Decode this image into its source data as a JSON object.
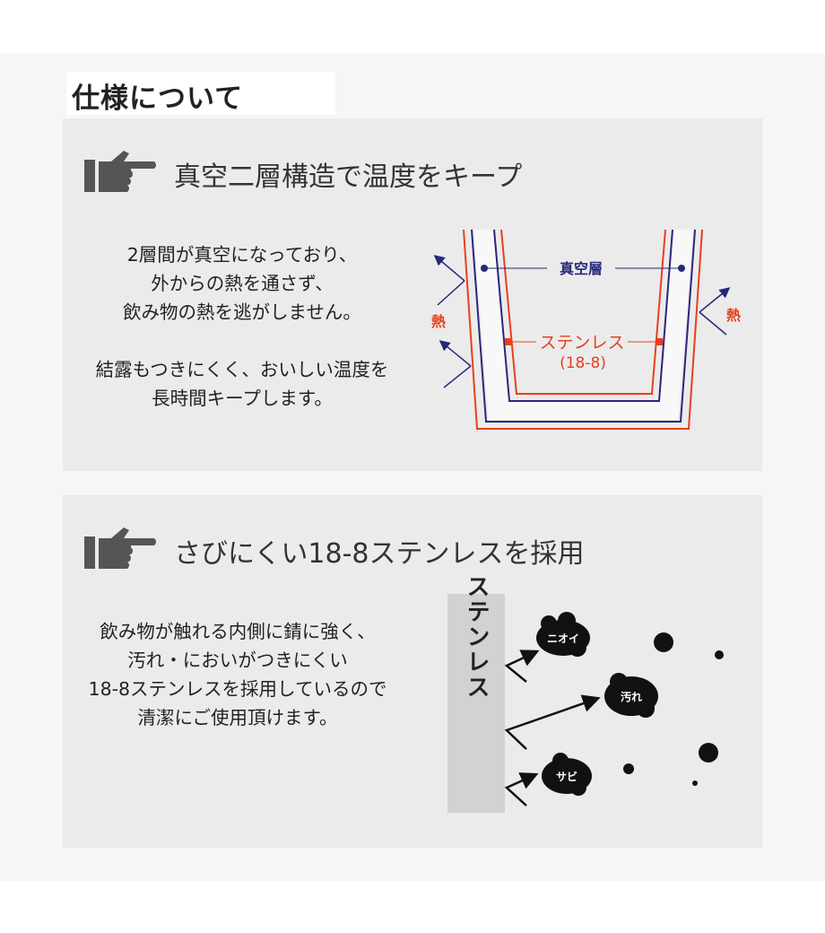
{
  "title": "仕様について",
  "section1": {
    "heading": "真空二層構造で温度をキープ",
    "lines": [
      "2層間が真空になっており、",
      "外からの熱を通さず、",
      "飲み物の熱を逃がしません。",
      "",
      "結露もつきにくく、おいしい温度を",
      "長時間キープします。"
    ],
    "diagram": {
      "vacuum_label": "真空層",
      "steel_label": "ステンレス",
      "steel_grade": "(18-8)",
      "heat_label": "熱"
    }
  },
  "section2": {
    "heading": "さびにくい18-8ステンレスを採用",
    "lines": [
      "飲み物が触れる内側に錆に強く、",
      "汚れ・においがつきにくい",
      "18-8ステンレスを採用しているので",
      "清潔にご使用頂けます。"
    ],
    "diagram": {
      "wall_label": "ステンレス",
      "odor_label": "ニオイ",
      "dirt_label": "汚れ",
      "rust_label": "サビ"
    }
  },
  "colors": {
    "red": "#e8401c",
    "navy": "#28287a",
    "panel": "#ebebeb"
  }
}
